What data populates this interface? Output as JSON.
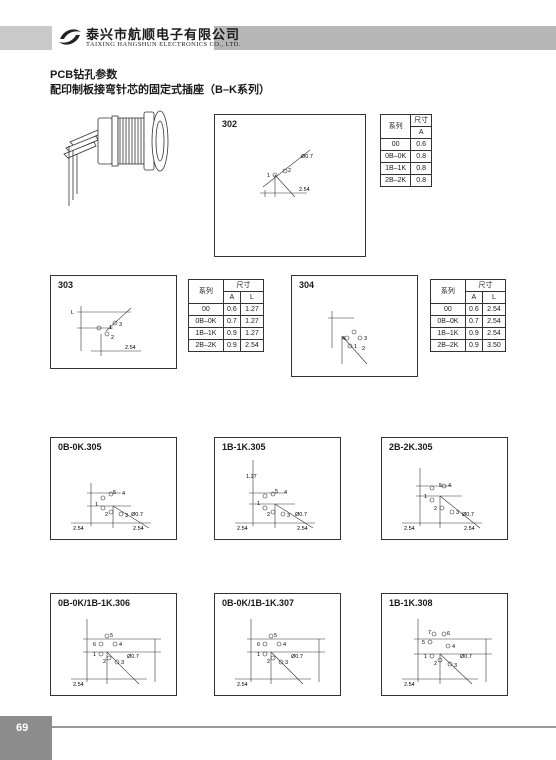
{
  "header": {
    "company_cn": "泰兴市航顺电子有限公司",
    "company_en": "TAIXING HANGSHUN ELECTRONICS CO., LTD."
  },
  "titles": {
    "line1": "PCB钻孔参数",
    "line2": "配印制板接弯针芯的固定式插座（B–K系列）"
  },
  "dims": {
    "d254": "2.54",
    "d127": "1.27",
    "d07": "Ø0.7"
  },
  "pins": {
    "p1": "1",
    "p2": "2",
    "p3": "3",
    "p4": "4",
    "p5": "5",
    "p6": "6",
    "p7": "7",
    "pa": "A",
    "pl": "L"
  },
  "diagrams": {
    "d302": "302",
    "d303": "303",
    "d304": "304",
    "d305a": "0B-0K.305",
    "d305b": "1B-1K.305",
    "d305c": "2B-2K.305",
    "d306": "0B-0K/1B-1K.306",
    "d307": "0B-0K/1B-1K.307",
    "d308": "1B-1K.308"
  },
  "table302": {
    "h_series": "系列",
    "h_size": "尺寸",
    "h_a": "A",
    "rows": [
      [
        "00",
        "0.6"
      ],
      [
        "0B–0K",
        "0.8"
      ],
      [
        "1B–1K",
        "0.8"
      ],
      [
        "2B–2K",
        "0.8"
      ]
    ]
  },
  "table303": {
    "h_series": "系列",
    "h_size": "尺寸",
    "h_a": "A",
    "h_l": "L",
    "rows": [
      [
        "00",
        "0.6",
        "1.27"
      ],
      [
        "0B–0K",
        "0.7",
        "1.27"
      ],
      [
        "1B–1K",
        "0.9",
        "1.27"
      ],
      [
        "2B–2K",
        "0.9",
        "2.54"
      ]
    ]
  },
  "table304": {
    "h_series": "系列",
    "h_size": "尺寸",
    "h_a": "A",
    "h_l": "L",
    "rows": [
      [
        "00",
        "0.6",
        "2.54"
      ],
      [
        "0B–0K",
        "0.7",
        "2.54"
      ],
      [
        "1B–1K",
        "0.9",
        "2.54"
      ],
      [
        "2B–2K",
        "0.9",
        "3.50"
      ]
    ]
  },
  "footer": {
    "page": "69"
  }
}
